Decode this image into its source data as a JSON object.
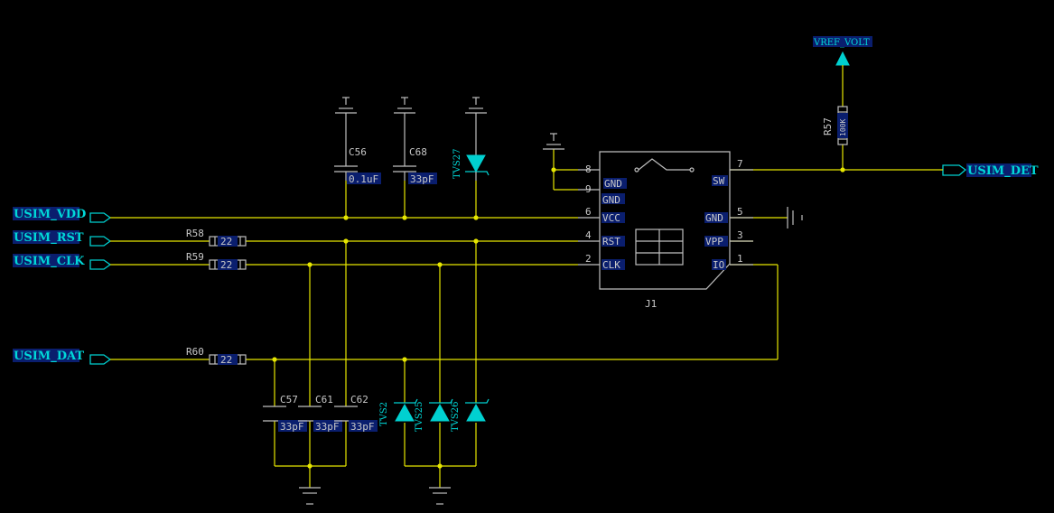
{
  "nets": {
    "vdd": "USIM_VDD",
    "rst": "USIM_RST",
    "clk": "USIM_CLK",
    "dat": "USIM_DAT",
    "det": "USIM_DET",
    "vref": "VREF_VOLT"
  },
  "resistors": {
    "r58": {
      "ref": "R58",
      "value": "22"
    },
    "r59": {
      "ref": "R59",
      "value": "22"
    },
    "r60": {
      "ref": "R60",
      "value": "22"
    },
    "r57": {
      "ref": "R57",
      "value": "100K"
    }
  },
  "capacitors": {
    "c56": {
      "ref": "C56",
      "value": "0.1uF"
    },
    "c68": {
      "ref": "C68",
      "value": "33pF"
    },
    "c57": {
      "ref": "C57",
      "value": "33pF"
    },
    "c61": {
      "ref": "C61",
      "value": "33pF"
    },
    "c62": {
      "ref": "C62",
      "value": "33pF"
    }
  },
  "tvs": {
    "tvs27": "TVS27",
    "tvs2": "TVS2",
    "tvs25": "TVS25",
    "tvs26": "TVS26"
  },
  "connector": {
    "ref": "J1",
    "pins": {
      "p8": {
        "num": "8",
        "name": "GND"
      },
      "p9": {
        "num": "9",
        "name": "GND"
      },
      "p6": {
        "num": "6",
        "name": "VCC"
      },
      "p4": {
        "num": "4",
        "name": "RST"
      },
      "p2": {
        "num": "2",
        "name": "CLK"
      },
      "p7": {
        "num": "7",
        "name": "SW"
      },
      "p5": {
        "num": "5",
        "name": "GND"
      },
      "p3": {
        "num": "3",
        "name": "VPP"
      },
      "p1": {
        "num": "1",
        "name": "IO"
      }
    }
  },
  "colors": {
    "wire": "#e6e600",
    "net_label": "#00d8d8",
    "part": "#bfbfbf",
    "background": "#000000"
  }
}
